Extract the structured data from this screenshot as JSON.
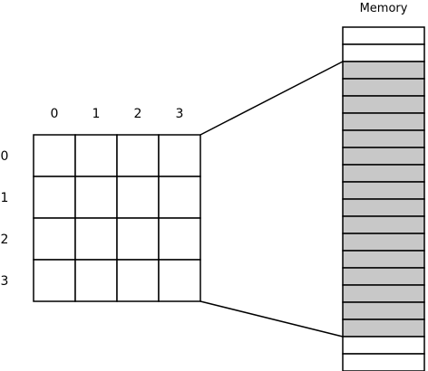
{
  "memory": {
    "title": "Memory",
    "cells": [
      {
        "filled": false
      },
      {
        "filled": false
      },
      {
        "filled": true
      },
      {
        "filled": true
      },
      {
        "filled": true
      },
      {
        "filled": true
      },
      {
        "filled": true
      },
      {
        "filled": true
      },
      {
        "filled": true
      },
      {
        "filled": true
      },
      {
        "filled": true
      },
      {
        "filled": true
      },
      {
        "filled": true
      },
      {
        "filled": true
      },
      {
        "filled": true
      },
      {
        "filled": true
      },
      {
        "filled": true
      },
      {
        "filled": true
      },
      {
        "filled": false
      },
      {
        "filled": false
      }
    ]
  },
  "array": {
    "column_labels": [
      "0",
      "1",
      "2",
      "3"
    ],
    "row_labels": [
      "0",
      "1",
      "2",
      "3"
    ]
  },
  "colors": {
    "filled_cell": "#c8c8c8",
    "empty_cell": "#ffffff",
    "stroke": "#000000"
  }
}
